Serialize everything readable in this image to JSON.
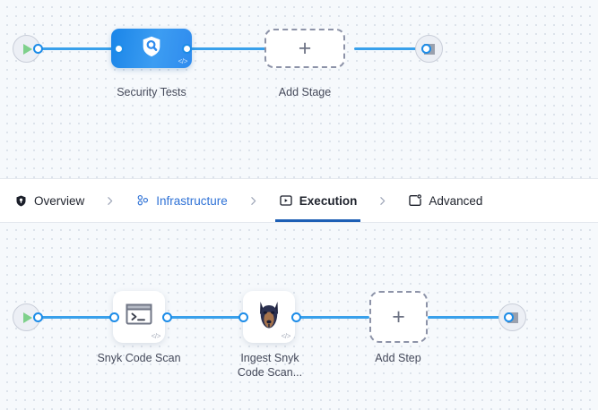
{
  "colors": {
    "edge": "#38a0eb",
    "port_ring": "#1c8ce8",
    "stage_node_blue": "#2f8bee",
    "active_tab_underline": "#1d5fb5",
    "link_tab_text": "#2f72d6",
    "play_green": "#7ed08b",
    "stop_gray": "#9aa0ad",
    "canvas_bg": "#f6f9fc",
    "dot_grid": "#d8dfe8",
    "dashed_border": "#8d93a8"
  },
  "stage_canvas": {
    "name": "pipeline-stages",
    "start_node": {
      "icon": "play-icon"
    },
    "end_node": {
      "icon": "stop-icon"
    },
    "nodes": [
      {
        "label": "Security Tests",
        "icon": "shield-search-icon",
        "badge": "</>",
        "type": "stage"
      },
      {
        "label": "Add Stage",
        "icon": "plus-icon",
        "type": "add"
      }
    ]
  },
  "tabbar": {
    "tabs": [
      {
        "label": "Overview",
        "icon": "shield-icon",
        "state": "normal"
      },
      {
        "label": "Infrastructure",
        "icon": "cluster-nodes-icon",
        "state": "link"
      },
      {
        "label": "Execution",
        "icon": "play-box-icon",
        "state": "active"
      },
      {
        "label": "Advanced",
        "icon": "window-gear-icon",
        "state": "normal"
      }
    ],
    "separator_icon": "chevron-right-icon"
  },
  "step_canvas": {
    "name": "pipeline-steps",
    "start_node": {
      "icon": "play-icon"
    },
    "end_node": {
      "icon": "stop-icon"
    },
    "nodes": [
      {
        "label": "Snyk Code Scan",
        "icon": "terminal-icon",
        "badge": "</>",
        "type": "step"
      },
      {
        "label": "Ingest Snyk\nCode Scan...",
        "icon": "snyk-doberman-icon",
        "badge": "</>",
        "type": "step"
      },
      {
        "label": "Add Step",
        "icon": "plus-icon",
        "type": "add"
      }
    ]
  }
}
